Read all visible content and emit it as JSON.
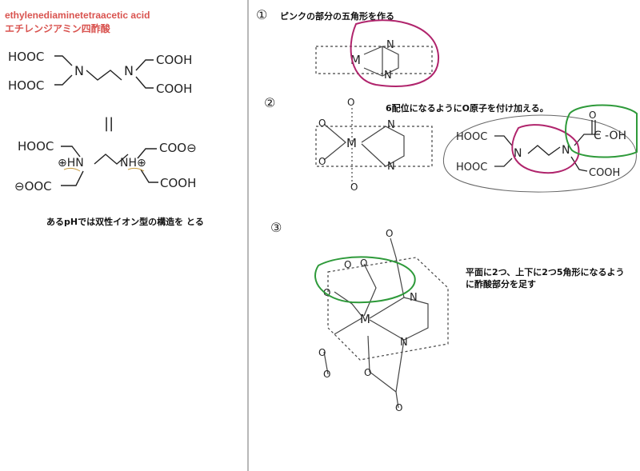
{
  "title": {
    "en": "ethylenediaminetetraacetic acid",
    "ja": "エチレンジアミン四酢酸"
  },
  "left": {
    "zwitterion_caption": "あるpHでは双性イオン型の構造を とる",
    "equals_sign": "||",
    "labels": {
      "hooc": "HOOC",
      "cooh": "COOH",
      "n": "N",
      "hn_plus": "⊕HN",
      "nh_plus": "NH⊕",
      "coo_minus": "COO⊖",
      "minus_ooc": "⊖OOC"
    }
  },
  "steps": [
    {
      "number": "①",
      "caption": "ピンクの部分の五角形を作る"
    },
    {
      "number": "②",
      "caption": "6配位になるようにO原子を付け加える。"
    },
    {
      "number": "③",
      "caption_line1": "平面に2つ、上下に2つ5角形になるよう",
      "caption_line2": "に酢酸部分を足す"
    }
  ],
  "atoms": {
    "metal": "M",
    "nitrogen": "N",
    "oxygen": "O",
    "carboxyl_c": "C",
    "hydroxyl": "-OH"
  },
  "colors": {
    "title": "#d9534f",
    "pink": "#b0246c",
    "green": "#2e9a3a",
    "ink": "#222222",
    "divider": "#888888"
  }
}
